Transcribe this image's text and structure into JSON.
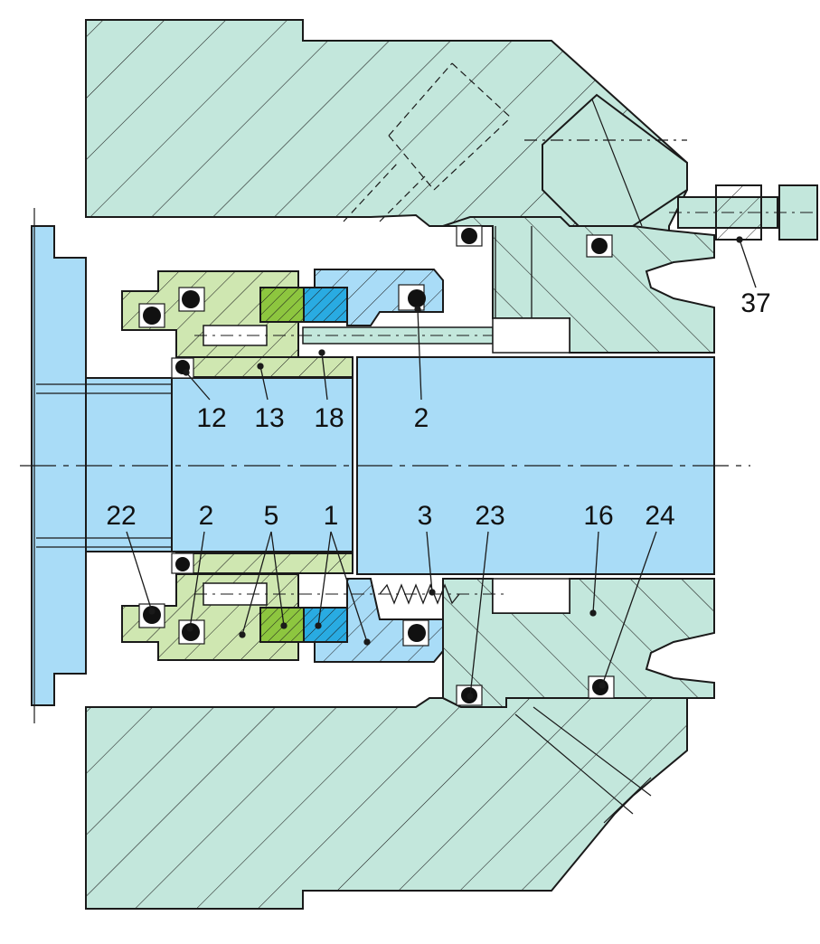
{
  "colors": {
    "housing": "#c3e7dc",
    "gland": "#c3e7dc",
    "shaft": "#a9dcf7",
    "rotating_parts": "#a9dcf7",
    "stationary_carrier": "#cfe7b1",
    "face_green": "#8dc63f",
    "face_blue": "#29abe2",
    "oring": "#111111",
    "line": "#1a1a1a",
    "background": "#ffffff"
  },
  "callouts": {
    "c37": "37",
    "c12": "12",
    "c13": "13",
    "c18": "18",
    "c2_top": "2",
    "c22": "22",
    "c2_bottom": "2",
    "c5": "5",
    "c1": "1",
    "c3": "3",
    "c23": "23",
    "c16": "16",
    "c24": "24"
  }
}
